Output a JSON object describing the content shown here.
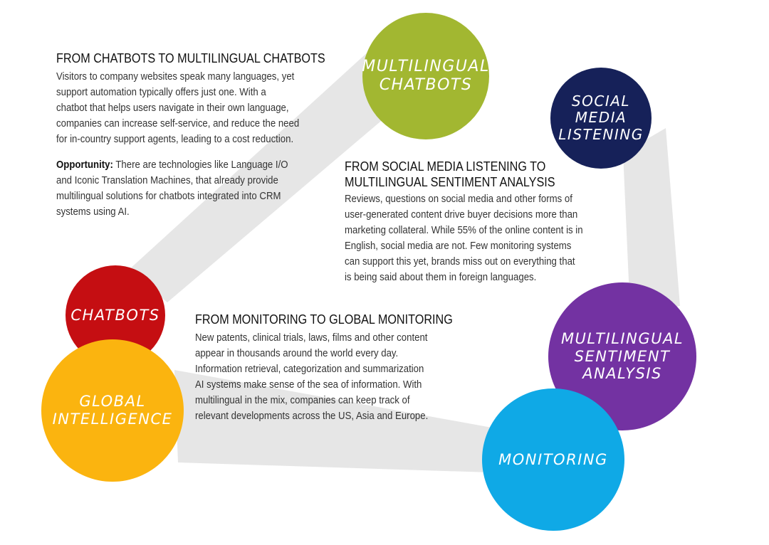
{
  "circles": {
    "multilingual_chatbots": {
      "label": "MULTILINGUAL\nCHATBOTS",
      "color": "#a2b731"
    },
    "social_media_listening": {
      "label": "SOCIAL\nMEDIA\nLISTENING",
      "color": "#162159"
    },
    "chatbots": {
      "label": "CHATBOTS",
      "color": "#c50e12"
    },
    "global_intelligence": {
      "label": "GLOBAL\nINTELLIGENCE",
      "color": "#fbb40f"
    },
    "multilingual_sentiment_analysis": {
      "label": "MULTILINGUAL\nSENTIMENT\nANALYSIS",
      "color": "#7332a2"
    },
    "monitoring": {
      "label": "MONITORING",
      "color": "#0fa9e6"
    }
  },
  "connector_color": "#e6e6e6",
  "sections": {
    "chatbots": {
      "title": "FROM CHATBOTS TO MULTILINGUAL CHATBOTS",
      "body_lines": [
        "Visitors to company websites speak many languages, yet",
        "support automation typically offers just one. With a",
        "chatbot that helps users navigate in their own language,",
        "companies can increase self-service, and reduce the need",
        "for in-country support agents, leading to a cost reduction."
      ],
      "opportunity_label": "Opportunity:",
      "opportunity_lines": [
        " There are technologies like Language I/O",
        "and Iconic Translation Machines, that already provide",
        "multilingual solutions for chatbots integrated into CRM",
        "systems using AI."
      ]
    },
    "social": {
      "title_lines": [
        "FROM SOCIAL MEDIA LISTENING TO",
        "MULTILINGUAL SENTIMENT ANALYSIS"
      ],
      "body_lines": [
        "Reviews, questions on social media and other forms of",
        "user-generated content drive buyer decisions more than",
        "marketing collateral. While 55% of the online content is in",
        "English, social media are not. Few monitoring systems",
        "can support this yet, brands miss out on everything that",
        "is being said about them in foreign languages."
      ]
    },
    "monitoring": {
      "title": "FROM MONITORING TO GLOBAL MONITORING",
      "body_lines": [
        "New patents, clinical trials, laws, films and other content",
        "appear in thousands around the world every day.",
        "Information retrieval, categorization and summarization",
        "AI systems make sense of the sea of information. With",
        "multilingual in the mix, companies can keep track of",
        "relevant developments across the US, Asia and Europe."
      ]
    }
  }
}
